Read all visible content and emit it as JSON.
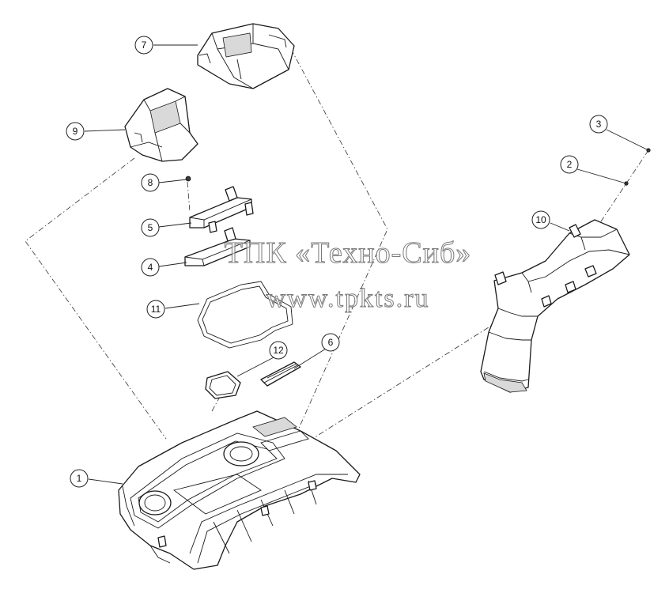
{
  "callouts": [
    {
      "label": "1"
    },
    {
      "label": "2"
    },
    {
      "label": "3"
    },
    {
      "label": "4"
    },
    {
      "label": "5"
    },
    {
      "label": "6"
    },
    {
      "label": "7"
    },
    {
      "label": "8"
    },
    {
      "label": "9"
    },
    {
      "label": "10"
    },
    {
      "label": "11"
    },
    {
      "label": "12"
    }
  ],
  "watermark": {
    "line1": "ТПК «Техно-Сиб»",
    "line2": "www.tpkts.ru"
  }
}
